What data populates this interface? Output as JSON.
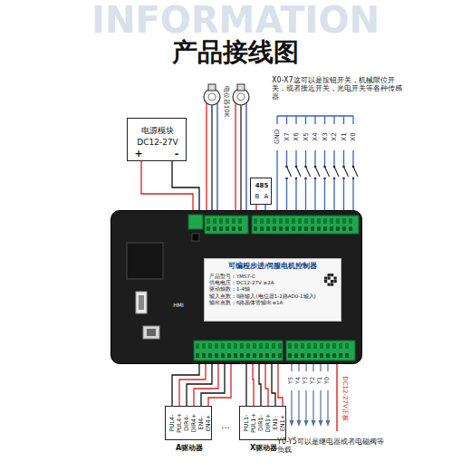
{
  "diagram": {
    "title": "产品接线图",
    "nodes": [
      {
        "text": [
          "电源模块",
          "DC12-27V",
          "+",
          "-"
        ]
      },
      {
        "text": [
          "485",
          "B",
          "A"
        ]
      },
      {
        "text": [
          "HMI"
        ]
      },
      {
        "text": [
          "可编程步进/伺服电机控制器",
          "产品型号：YMS7-C",
          "供电电压：DC12-27V ≥2A",
          "驱动轴数：1-4轴",
          "输入点数：8路输入(电位器1-2路AD0-1输入)",
          "输出点数：6路晶体管输出≤1A"
        ],
        "in": 2
      },
      {
        "text": [
          "PUL4-",
          "PUL4+",
          "DIR4-",
          "DIR4+",
          "EN4-",
          "EN4+",
          "A驱动器"
        ]
      },
      {
        "text": [
          "PUL1-",
          "PUL1+",
          "DIR1-",
          "DIR1+",
          "EN1-",
          "EN1+",
          "X驱动器"
        ]
      }
    ],
    "edges": [
      {
        "from": 0,
        "to": 2,
        "arrow": "none"
      },
      {
        "from": 1,
        "to": 2,
        "arrow": "none"
      },
      {
        "from": 2,
        "to": 4,
        "arrow": "none"
      },
      {
        "from": 2,
        "to": 5,
        "arrow": "none"
      }
    ],
    "labels": [
      "INFORMATION",
      "X0-X7这可以是按钮开关，机械限位开关，或者接近开关，光电开关等各种传感器",
      "电位器10K",
      "GND",
      "X7",
      "X6",
      "X5",
      "X4",
      "X3",
      "X2",
      "X1",
      "X0",
      "...",
      "Y5",
      "Y4",
      "Y3",
      "Y2",
      "Y1",
      "Y0",
      "DC12-27V正极",
      "Y0-Y5可以是继电器或者电磁阀等负载"
    ]
  }
}
